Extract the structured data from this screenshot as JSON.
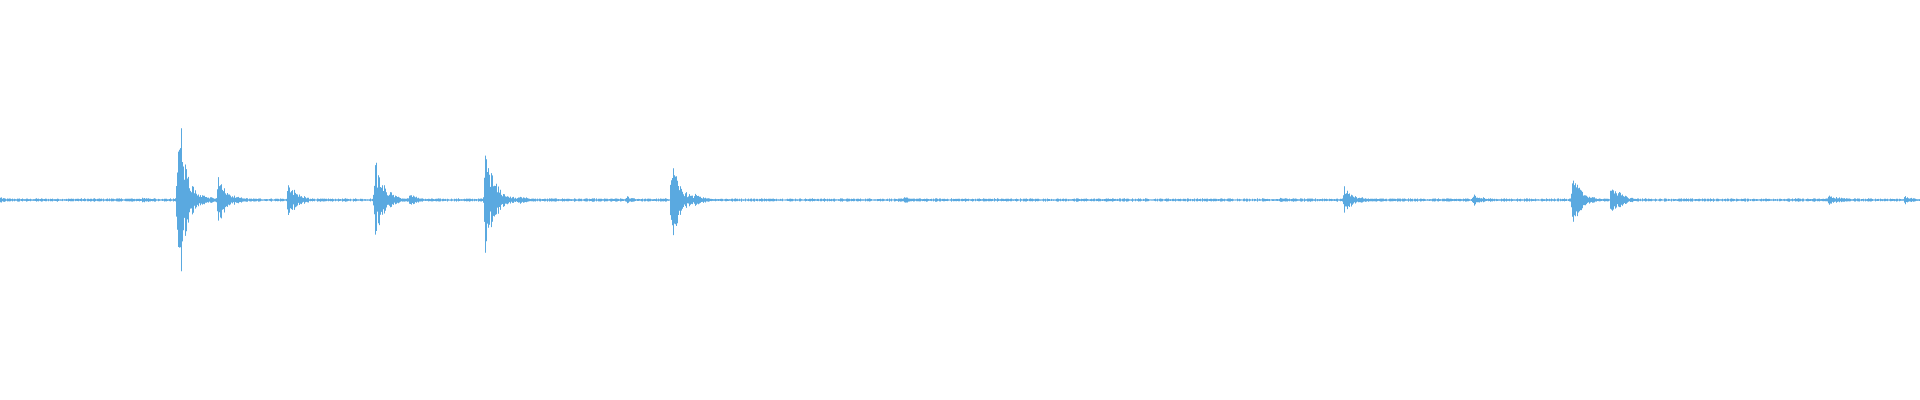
{
  "waveform": {
    "color": "#5aa9e0",
    "background": "#ffffff",
    "baseline_level": 0.01,
    "events": [
      {
        "t": 0.0,
        "amp": 0.03,
        "dur": 0.004
      },
      {
        "t": 0.058,
        "amp": 0.015,
        "dur": 0.01
      },
      {
        "t": 0.066,
        "amp": 0.02,
        "dur": 0.01
      },
      {
        "t": 0.074,
        "amp": 0.025,
        "dur": 0.012
      },
      {
        "t": 0.0925,
        "amp": 0.98,
        "dur": 0.004
      },
      {
        "t": 0.097,
        "amp": 0.1,
        "dur": 0.01
      },
      {
        "t": 0.1135,
        "amp": 0.24,
        "dur": 0.005
      },
      {
        "t": 0.123,
        "amp": 0.04,
        "dur": 0.008
      },
      {
        "t": 0.15,
        "amp": 0.18,
        "dur": 0.005
      },
      {
        "t": 0.195,
        "amp": 0.38,
        "dur": 0.005
      },
      {
        "t": 0.2,
        "amp": 0.05,
        "dur": 0.008
      },
      {
        "t": 0.213,
        "amp": 0.06,
        "dur": 0.005
      },
      {
        "t": 0.2525,
        "amp": 0.5,
        "dur": 0.005
      },
      {
        "t": 0.257,
        "amp": 0.08,
        "dur": 0.01
      },
      {
        "t": 0.27,
        "amp": 0.05,
        "dur": 0.005
      },
      {
        "t": 0.287,
        "amp": 0.015,
        "dur": 0.02
      },
      {
        "t": 0.326,
        "amp": 0.04,
        "dur": 0.004
      },
      {
        "t": 0.3495,
        "amp": 0.38,
        "dur": 0.005
      },
      {
        "t": 0.355,
        "amp": 0.05,
        "dur": 0.008
      },
      {
        "t": 0.362,
        "amp": 0.06,
        "dur": 0.006
      },
      {
        "t": 0.398,
        "amp": 0.015,
        "dur": 0.01
      },
      {
        "t": 0.471,
        "amp": 0.03,
        "dur": 0.006
      },
      {
        "t": 0.487,
        "amp": 0.015,
        "dur": 0.006
      },
      {
        "t": 0.576,
        "amp": 0.02,
        "dur": 0.004
      },
      {
        "t": 0.635,
        "amp": 0.015,
        "dur": 0.004
      },
      {
        "t": 0.666,
        "amp": 0.02,
        "dur": 0.012
      },
      {
        "t": 0.7,
        "amp": 0.12,
        "dur": 0.005
      },
      {
        "t": 0.705,
        "amp": 0.04,
        "dur": 0.008
      },
      {
        "t": 0.767,
        "amp": 0.06,
        "dur": 0.006
      },
      {
        "t": 0.819,
        "amp": 0.25,
        "dur": 0.005
      },
      {
        "t": 0.824,
        "amp": 0.04,
        "dur": 0.006
      },
      {
        "t": 0.839,
        "amp": 0.18,
        "dur": 0.005
      },
      {
        "t": 0.952,
        "amp": 0.05,
        "dur": 0.008
      },
      {
        "t": 0.992,
        "amp": 0.05,
        "dur": 0.004
      }
    ]
  }
}
